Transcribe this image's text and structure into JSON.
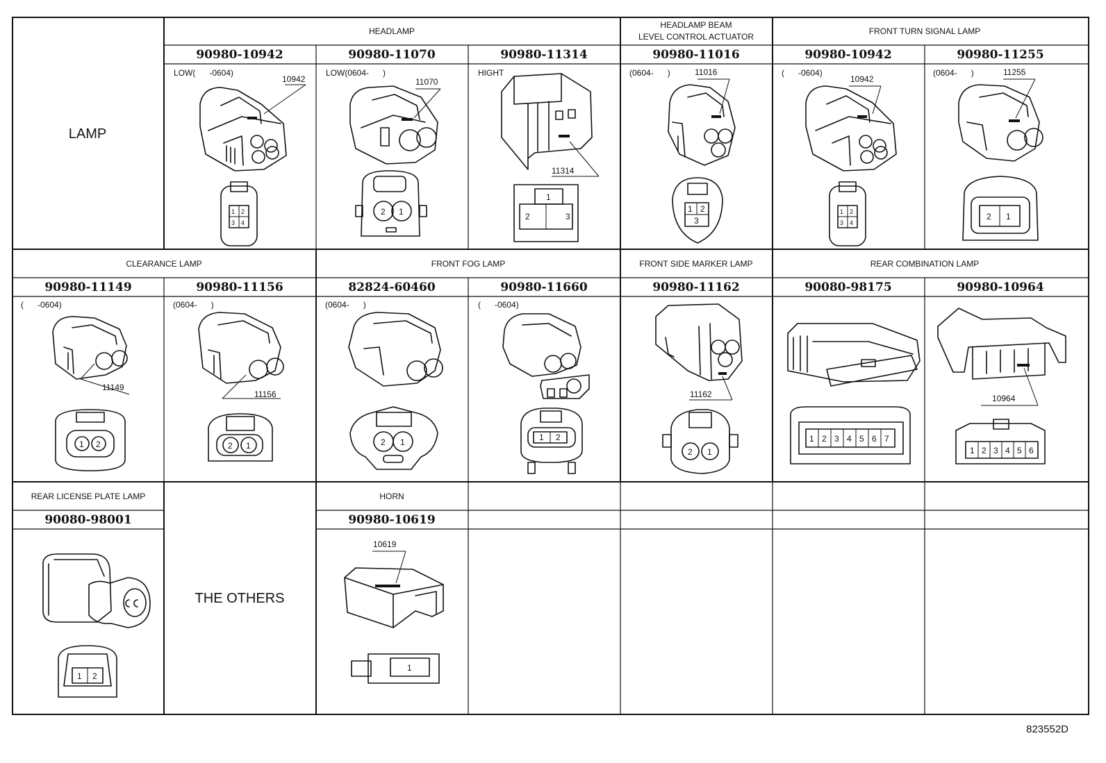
{
  "sections": [
    {
      "label": "LAMP"
    },
    {
      "label": "THE OTHERS"
    }
  ],
  "categories": {
    "headlamp": "HEADLAMP",
    "beam_l1": "HEADLAMP BEAM",
    "beam_l2": "LEVEL CONTROL ACTUATOR",
    "front_turn": "FRONT TURN SIGNAL LAMP",
    "clearance": "CLEARANCE LAMP",
    "front_fog": "FRONT FOG LAMP",
    "side_marker": "FRONT SIDE MARKER LAMP",
    "rear_combo": "REAR COMBINATION LAMP",
    "rear_license": "REAR LICENSE PLATE LAMP",
    "horn": "HORN"
  },
  "connectors": [
    {
      "part": "90980-10942",
      "note": "LOW(      -0604)",
      "callout": "10942",
      "pins": [
        "1",
        "2",
        "3",
        "4"
      ]
    },
    {
      "part": "90980-11070",
      "note": "LOW(0604-      )",
      "callout": "11070",
      "pins": [
        "2",
        "1"
      ]
    },
    {
      "part": "90980-11314",
      "note": "HIGHT",
      "callout": "11314",
      "pins": [
        "1",
        "2",
        "3"
      ]
    },
    {
      "part": "90980-11016",
      "note": "(0604-      )",
      "callout": "11016",
      "pins": [
        "1",
        "2",
        "3"
      ]
    },
    {
      "part": "90980-10942",
      "note": "(      -0604)",
      "callout": "10942",
      "pins": [
        "1",
        "2",
        "3",
        "4"
      ]
    },
    {
      "part": "90980-11255",
      "note": "(0604-      )",
      "callout": "11255",
      "pins": [
        "2",
        "1"
      ]
    },
    {
      "part": "90980-11149",
      "note": "(      -0604)",
      "callout": "11149",
      "pins": [
        "1",
        "2"
      ]
    },
    {
      "part": "90980-11156",
      "note": "(0604-      )",
      "callout": "11156",
      "pins": [
        "2",
        "1"
      ]
    },
    {
      "part": "82824-60460",
      "note": "(0604-      )",
      "callout": "",
      "pins": [
        "2",
        "1"
      ]
    },
    {
      "part": "90980-11660",
      "note": "(      -0604)",
      "callout": "",
      "pins": [
        "1",
        "2"
      ]
    },
    {
      "part": "90980-11162",
      "note": "",
      "callout": "11162",
      "pins": [
        "2",
        "1"
      ]
    },
    {
      "part": "90080-98175",
      "note": "",
      "callout": "",
      "pins": [
        "1",
        "2",
        "3",
        "4",
        "5",
        "6",
        "7"
      ]
    },
    {
      "part": "90980-10964",
      "note": "",
      "callout": "10964",
      "pins": [
        "1",
        "2",
        "3",
        "4",
        "5",
        "6"
      ]
    },
    {
      "part": "90080-98001",
      "note": "",
      "callout": "",
      "pins": [
        "1",
        "2"
      ]
    },
    {
      "part": "90980-10619",
      "note": "",
      "callout": "10619",
      "pins": [
        "1"
      ]
    }
  ],
  "reference_code": "823552D"
}
